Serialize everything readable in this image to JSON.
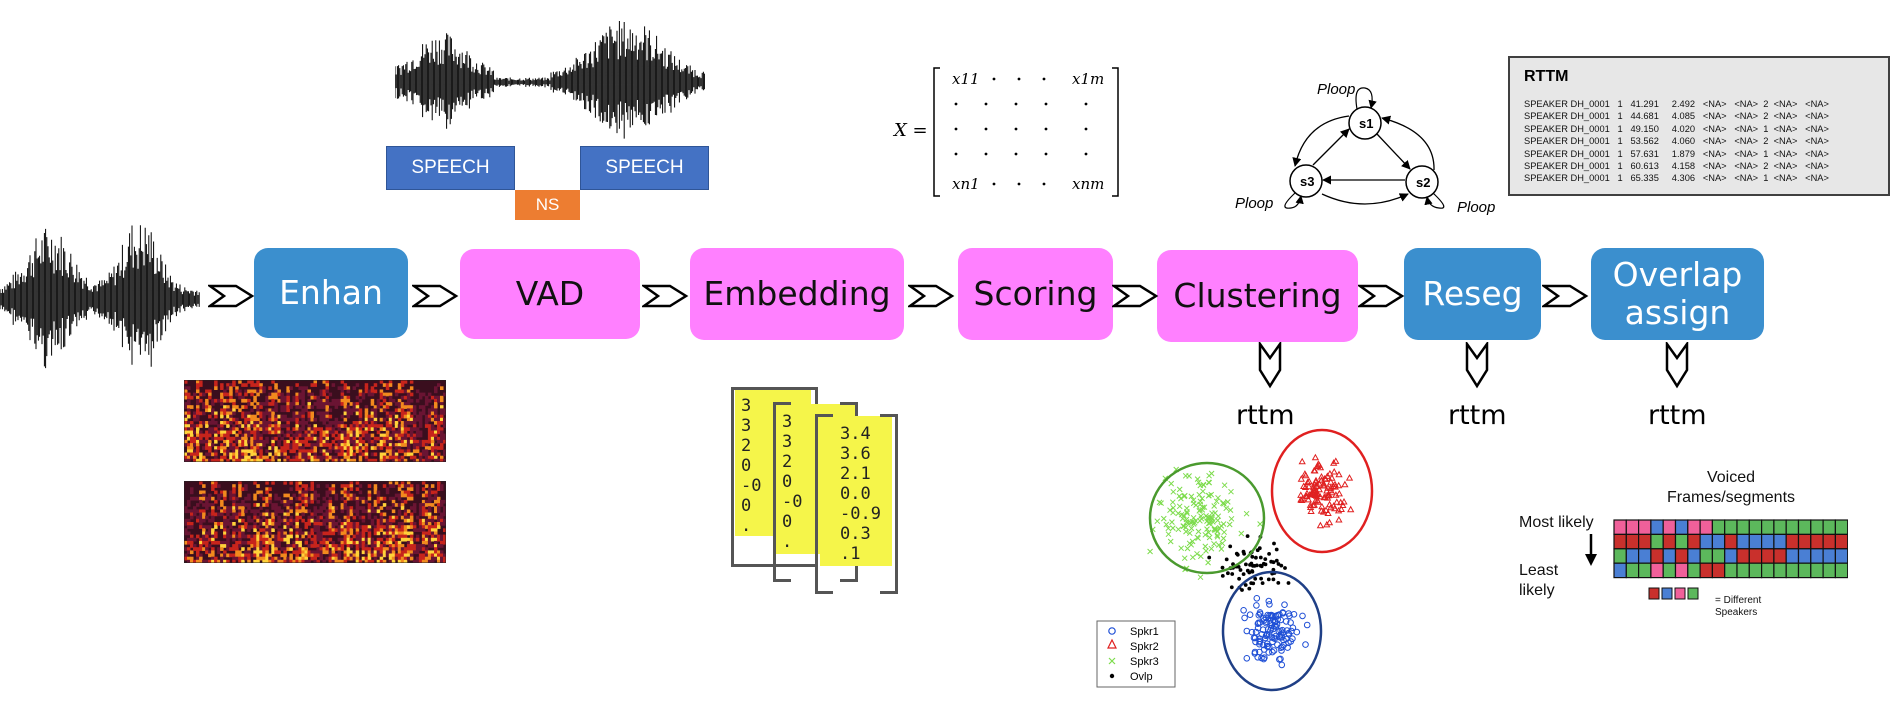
{
  "pipeline": {
    "stages": [
      {
        "id": "enhan",
        "label": "Enhan",
        "color": "#3b8fce"
      },
      {
        "id": "vad",
        "label": "VAD",
        "color": "#ff80ff"
      },
      {
        "id": "embedding",
        "label": "Embedding",
        "color": "#ff80ff"
      },
      {
        "id": "scoring",
        "label": "Scoring",
        "color": "#ff80ff"
      },
      {
        "id": "clustering",
        "label": "Clustering",
        "color": "#ff80ff"
      },
      {
        "id": "reseg",
        "label": "Reseg",
        "color": "#3b8fce"
      },
      {
        "id": "overlap",
        "label": "Overlap assign",
        "color": "#3b8fce"
      }
    ],
    "outputs": [
      "rttm",
      "rttm",
      "rttm"
    ]
  },
  "vad_illustration": {
    "speech1": "SPEECH",
    "speech2": "SPEECH",
    "ns": "NS"
  },
  "matrix": {
    "lhs": "X =",
    "top_left": "x11",
    "top_right": "x1m",
    "bottom_left": "xn1",
    "bottom_right": "xnm"
  },
  "hmm": {
    "states": [
      "s1",
      "s2",
      "s3"
    ],
    "loop_label": "Ploop"
  },
  "rttm_box": {
    "title": "RTTM",
    "lines": [
      "SPEAKER DH_0001   1   41.291     2.492   <NA>   <NA>  2  <NA>   <NA>",
      "SPEAKER DH_0001   1   44.681     4.085   <NA>   <NA>  2  <NA>   <NA>",
      "SPEAKER DH_0001   1   49.150     4.020   <NA>   <NA>  1  <NA>   <NA>",
      "SPEAKER DH_0001   1   53.562     4.060   <NA>   <NA>  2  <NA>   <NA>",
      "SPEAKER DH_0001   1   57.631     1.879   <NA>   <NA>  1  <NA>   <NA>",
      "SPEAKER DH_0001   1   60.613     4.158   <NA>   <NA>  2  <NA>   <NA>",
      "SPEAKER DH_0001   1   65.335     4.306   <NA>   <NA>  1  <NA>   <NA>"
    ]
  },
  "embeddings": {
    "card1": [
      "3",
      "3",
      "2",
      "0",
      "-0",
      "0",
      "."
    ],
    "card2": [
      "3",
      "3",
      "2",
      "0",
      "-0",
      "0",
      "."
    ],
    "card3": [
      "3.4",
      "3.6",
      "2.1",
      "0.0",
      "-0.9",
      "0.3",
      ".1"
    ]
  },
  "scatter": {
    "legend": [
      "Spkr1",
      "Spkr2",
      "Spkr3",
      "Ovlp"
    ],
    "colors": {
      "spkr1": "#1f4fd6",
      "spkr2": "#e02020",
      "spkr3": "#7ddc4c",
      "ovlp": "#000000"
    }
  },
  "probability_panel": {
    "most_likely": "Most likely",
    "least_likely": "Least likely",
    "voiced_label": "Voiced Frames/segments",
    "different_speakers": "= Different Speakers",
    "colors": {
      "pink": "#f0609a",
      "green": "#5cb85c",
      "blue": "#4a7fd4",
      "red": "#c9302c"
    },
    "rows": [
      [
        "pink",
        "pink",
        "pink",
        "blue",
        "pink",
        "blue",
        "pink",
        "pink",
        "green",
        "green",
        "green",
        "green",
        "green",
        "green",
        "green",
        "green",
        "green",
        "green",
        "green"
      ],
      [
        "red",
        "red",
        "red",
        "green",
        "red",
        "green",
        "red",
        "blue",
        "blue",
        "red",
        "blue",
        "blue",
        "blue",
        "blue",
        "red",
        "red",
        "red",
        "red",
        "red"
      ],
      [
        "green",
        "blue",
        "blue",
        "red",
        "blue",
        "red",
        "blue",
        "green",
        "green",
        "blue",
        "red",
        "red",
        "red",
        "red",
        "blue",
        "blue",
        "blue",
        "blue",
        "blue"
      ],
      [
        "blue",
        "green",
        "green",
        "pink",
        "green",
        "pink",
        "green",
        "red",
        "red",
        "green",
        "green",
        "green",
        "green",
        "green",
        "green",
        "green",
        "green",
        "green",
        "green"
      ]
    ]
  }
}
